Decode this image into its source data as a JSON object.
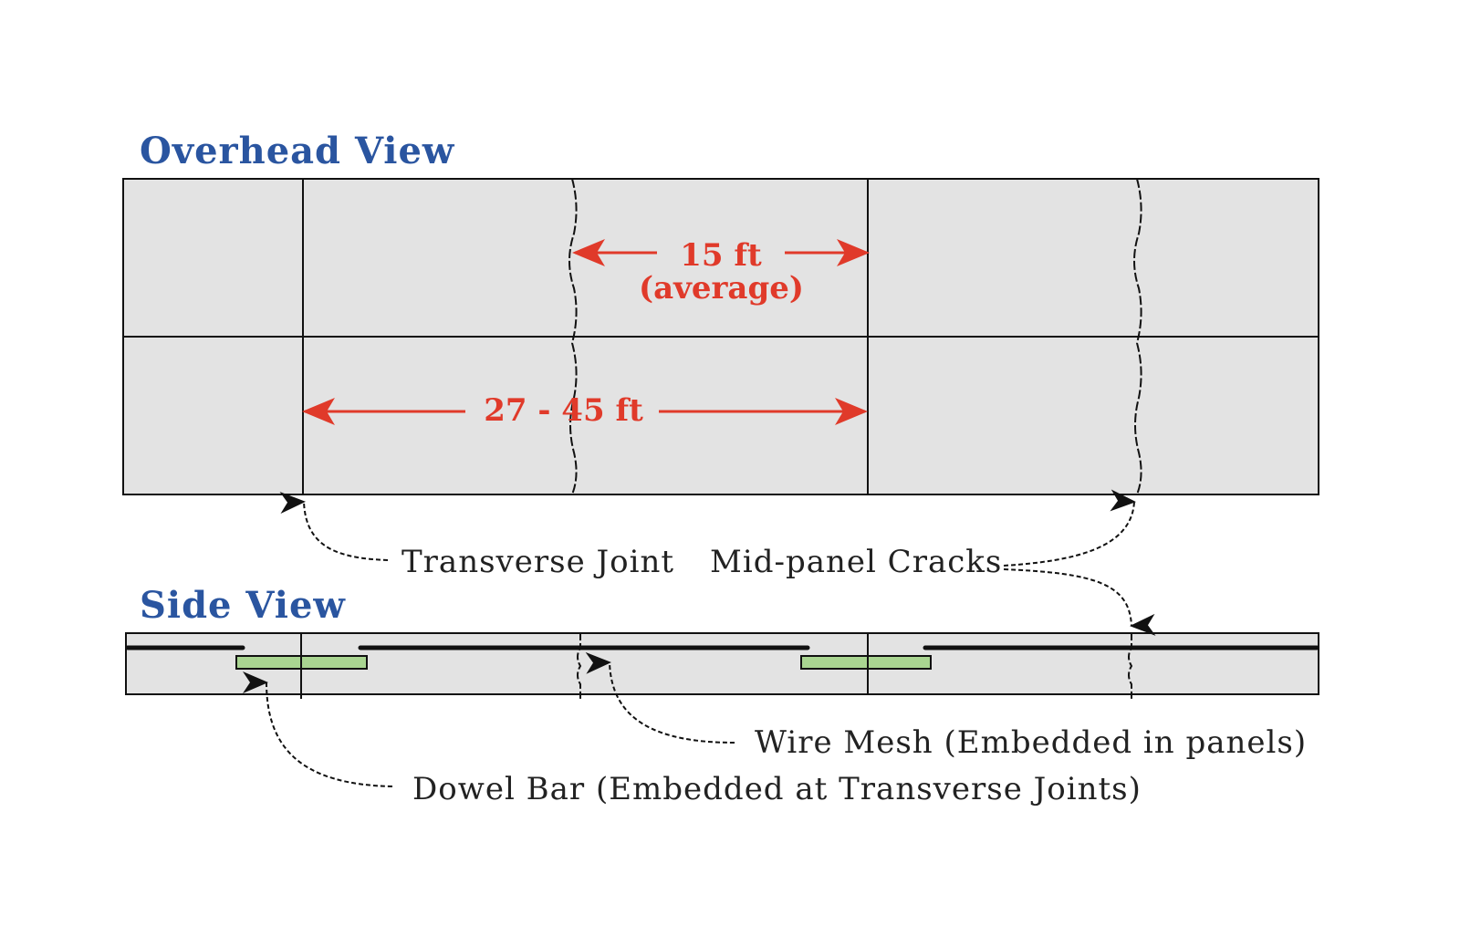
{
  "overhead": {
    "title": "Overhead View",
    "dim_short": "15 ft",
    "dim_short_note": "(average)",
    "dim_long": "27 - 45 ft"
  },
  "side": {
    "title": "Side View"
  },
  "labels": {
    "transverse_joint": "Transverse Joint",
    "mid_panel_cracks": "Mid-panel Cracks",
    "wire_mesh": "Wire Mesh (Embedded in panels)",
    "dowel_bar": "Dowel Bar (Embedded at Transverse Joints)"
  },
  "colors": {
    "slab": "#e3e3e3",
    "title": "#2a55a0",
    "dimension": "#e03a2a",
    "dowel": "#a9d591"
  }
}
